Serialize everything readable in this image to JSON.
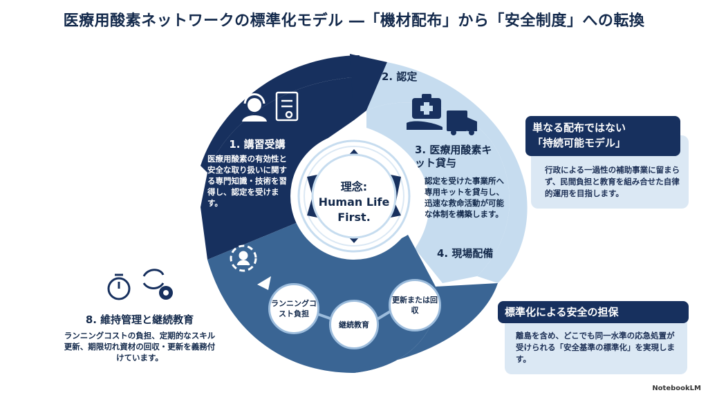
{
  "title": "医療用酸素ネットワークの標準化モデル ―「機材配布」から「安全制度」への転換",
  "core": {
    "line1": "理念:",
    "line2": "Human Life",
    "line3": "First."
  },
  "segments": {
    "s1": {
      "title": "1. 講習受講",
      "desc": "医療用酸素の有効性と安全な取り扱いに関する専門知識・技術を習得し、認定を受けます。"
    },
    "s2": {
      "title": "2. 認定"
    },
    "s3": {
      "title": "3. 医療用酸素キット貸与",
      "desc": "認定を受けた事業所へ専用キットを貸与し、迅速な救命活動が可能な体制を構築します。"
    },
    "s4": {
      "title": "4. 現場配備"
    },
    "s8": {
      "title": "8. 維持管理と継続教育",
      "desc": "ランニングコストの負担、定期的なスキル更新、期限切れ資材の回収・更新を義務付けています。"
    }
  },
  "cycle_nodes": {
    "cost": "ランニングコスト負担",
    "education": "継続教育",
    "renewal": "更新または回収"
  },
  "callouts": {
    "c1": {
      "head_line1": "単なる配布ではない",
      "head_line2": "「持続可能モデル」",
      "body": "行政による一過性の補助事業に留まらず、民間負担と教育を組み合せた自律的運用を目指します。"
    },
    "c2": {
      "head": "標準化による安全の担保",
      "body": "離島を含め、どこでも同一水準の応急処置が受けられる「安全基準の標準化」を実現します。"
    }
  },
  "brand": "NotebookLM",
  "colors": {
    "navy": "#17305e",
    "mid_blue": "#3a6594",
    "light_blue": "#c6dcef",
    "callout_bg": "#dbe8f4"
  }
}
